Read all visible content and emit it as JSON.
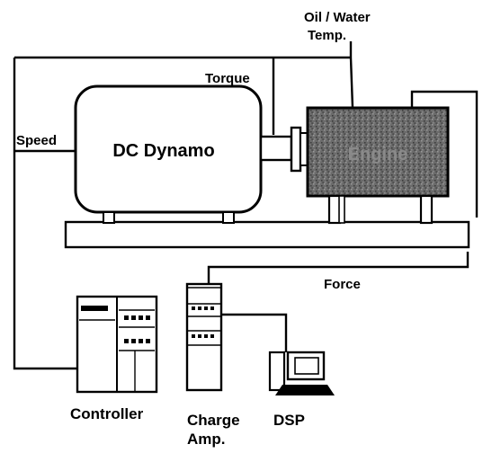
{
  "labels": {
    "oil_water_temp_line1": "Oil / Water",
    "oil_water_temp_line2": "Temp.",
    "torque": "Torque",
    "speed": "Speed",
    "dc_dynamo": "DC Dynamo",
    "engine": "Engine",
    "force": "Force",
    "controller": "Controller",
    "charge_amp_line1": "Charge",
    "charge_amp_line2": "Amp.",
    "dsp": "DSP"
  },
  "icons": {
    "controller": "controller-cabinet-icon",
    "charge_amp": "charge-amplifier-rack-icon",
    "dsp": "computer-terminal-icon"
  },
  "colors": {
    "line": "#000000",
    "engine_fill": "#6b6b6b",
    "engine_label": "#8a8a8a",
    "background": "#ffffff"
  }
}
